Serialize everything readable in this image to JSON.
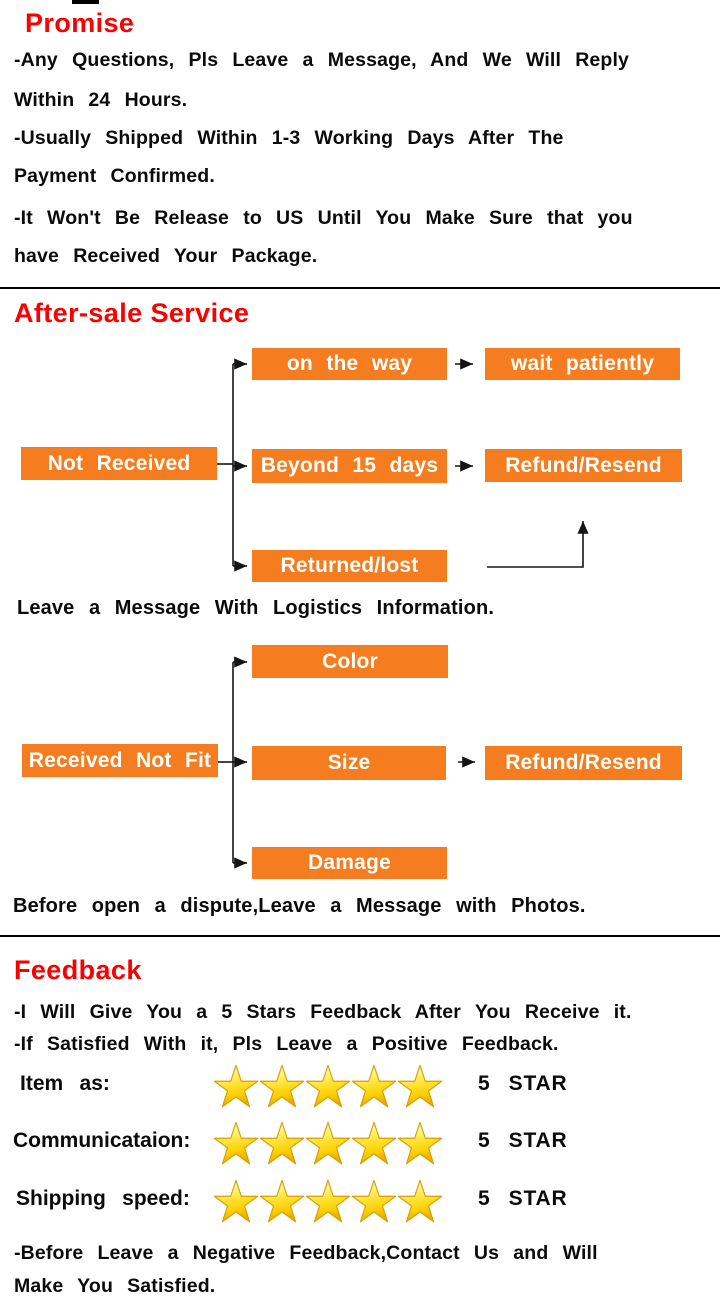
{
  "colors": {
    "accent_orange": "#f57d1f",
    "accent_red": "#fa0000",
    "star_gold": "#ffd916",
    "text": "#0b0b0b"
  },
  "promise": {
    "title": "Promise",
    "lines": [
      "-Any Questions, Pls Leave a Message, And We Will Reply",
      "Within 24 Hours.",
      "-Usually Shipped Within 1-3 Working Days After The",
      "Payment Confirmed.",
      "-It Won't Be Release to US Until You Make Sure that you",
      "have Received Your Package."
    ]
  },
  "after_sale": {
    "title": "After-sale Service",
    "flow1": {
      "not_received": "Not Received",
      "on_the_way": "on the way",
      "wait_patiently": "wait patiently",
      "beyond_15_days": "Beyond 15 days",
      "refund_resend": "Refund/Resend",
      "returned_lost": "Returned/lost"
    },
    "note1": "Leave a Message With Logistics Information.",
    "flow2": {
      "received_not_fit": "Received Not Fit",
      "color": "Color",
      "size": "Size",
      "refund_resend": "Refund/Resend",
      "damage": "Damage"
    },
    "note2": "Before open a dispute,Leave a Message with Photos."
  },
  "feedback": {
    "title": "Feedback",
    "lines": [
      "-I Will Give You a 5 Stars Feedback After You Receive it.",
      "-If Satisfied With it, Pls Leave a Positive Feedback."
    ],
    "ratings": [
      {
        "label": "Item as:",
        "stars": 5,
        "value": "5 STAR"
      },
      {
        "label": "Communicataion:",
        "stars": 5,
        "value": "5 STAR"
      },
      {
        "label": "Shipping speed:",
        "stars": 5,
        "value": "5 STAR"
      }
    ],
    "closing_lines": [
      "-Before Leave a Negative Feedback,Contact Us and Will",
      "Make You Satisfied."
    ]
  }
}
